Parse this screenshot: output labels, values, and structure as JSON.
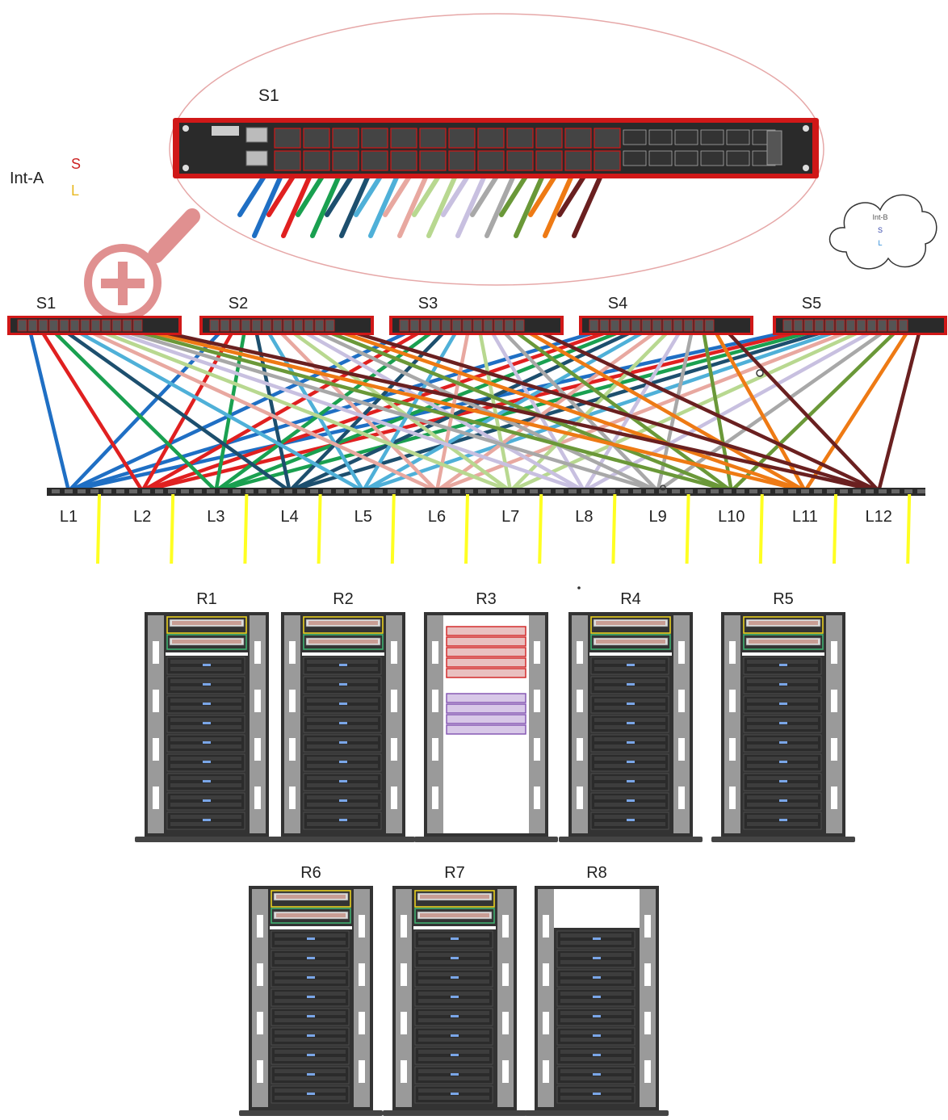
{
  "zoom_switch": {
    "label": "S1"
  },
  "legend_a": {
    "name": "Int-A",
    "s": "S",
    "l": "L",
    "s_color": "#cc2222",
    "l_color": "#e8b820"
  },
  "legend_b": {
    "name": "Int-B",
    "s": "S",
    "l": "L",
    "s_color": "#3344aa",
    "l_color": "#2a8ad8"
  },
  "spines": [
    "S1",
    "S2",
    "S3",
    "S4",
    "S5"
  ],
  "leaves": [
    "L1",
    "L2",
    "L3",
    "L4",
    "L5",
    "L6",
    "L7",
    "L8",
    "L9",
    "L10",
    "L11",
    "L12"
  ],
  "racks_row1": [
    {
      "label": "R1",
      "type": "standard"
    },
    {
      "label": "R2",
      "type": "standard"
    },
    {
      "label": "R3",
      "type": "network"
    },
    {
      "label": "R4",
      "type": "standard"
    },
    {
      "label": "R5",
      "type": "standard"
    }
  ],
  "racks_row2": [
    {
      "label": "R6",
      "type": "standard"
    },
    {
      "label": "R7",
      "type": "standard"
    },
    {
      "label": "R8",
      "type": "servers-only"
    }
  ],
  "leaf_colors": [
    "#1f6fc4",
    "#e02020",
    "#1aa050",
    "#1d4f6e",
    "#4fb0d8",
    "#e8a8a0",
    "#b8d890",
    "#c8c0e0",
    "#a8a8a8",
    "#6a9838",
    "#ee7a14",
    "#6a2020"
  ],
  "colors": {
    "switch_red": "#d01818",
    "switch_body": "#2a2a2a",
    "uplink_yellow": "#ffff22",
    "magnifier": "#e09090",
    "rack_body": "#333333",
    "rack_frame": "#9a9a9a"
  }
}
